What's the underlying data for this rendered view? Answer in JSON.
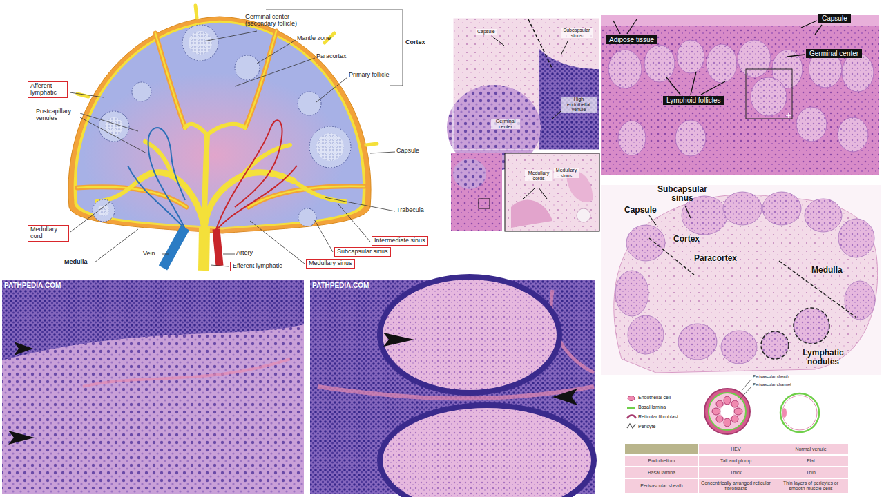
{
  "diagram": {
    "nodes": [
      {
        "text": [
          "Afferent lymphatic"
        ]
      },
      {
        "text": [
          "Medullary cord"
        ]
      },
      {
        "text": [
          "Efferent lymphatic"
        ]
      },
      {
        "text": [
          "Medullary sinus"
        ]
      },
      {
        "text": [
          "Subcapsular sinus"
        ]
      },
      {
        "text": [
          "Intermediate sinus"
        ]
      },
      {
        "text": [
          "Capsule"
        ]
      },
      {
        "text": [
          "Adipose tissue"
        ]
      },
      {
        "text": [
          "Germinal center"
        ]
      },
      {
        "text": [
          "Lymphoid follicles"
        ]
      }
    ],
    "labels": [
      "Germinal center (secondary follicle)",
      "Mantle zone",
      "Cortex",
      "Paracortex",
      "Primary follicle",
      "Postcapillary venules",
      "Capsule",
      "Trabecula",
      "Medulla",
      "Vein",
      "Artery",
      "Capsule",
      "Subcapsular sinus",
      "High endothelial venule",
      "Germinal center",
      "Medullary cords",
      "Medullary sinus",
      "Subcapsular sinus",
      "Capsule",
      "Cortex",
      "Paracortex",
      "Medulla",
      "Lymphatic nodules",
      "PATHPEDIA.COM",
      "PATHPEDIA.COM",
      "Perivascular sheath",
      "Perivascular channel",
      "HEV",
      "Normal venule",
      "Endothelium",
      "Tall and plump",
      "Flat",
      "Basal lamina",
      "Thick",
      "Thin",
      "Perivascular sheath",
      "Concentrically arranged reticular fibroblasts",
      "Thin layers of pericytes or smooth muscle cells"
    ],
    "legend": [
      {
        "text": "Endothelial cell"
      },
      {
        "text": "Basal lamina"
      },
      {
        "text": "Reticular fibroblast"
      },
      {
        "text": "Pericyte"
      }
    ]
  }
}
